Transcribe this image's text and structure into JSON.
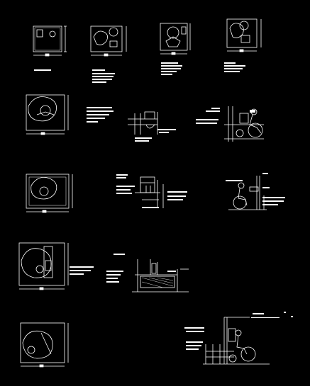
{
  "sheet": {
    "background": "#000000",
    "stroke_color": "#ffffff",
    "detail_color": "#d8d8d8"
  },
  "rows": [
    {
      "name": "row-1",
      "views": [
        "plan-a",
        "plan-b",
        "plan-c",
        "plan-d"
      ]
    },
    {
      "name": "row-2",
      "views": [
        "plan-e",
        "section-grab-bar",
        "elevation-wheelchair-toilet"
      ]
    },
    {
      "name": "row-3",
      "views": [
        "plan-f",
        "section-sink",
        "elevation-wheelchair-sink"
      ]
    },
    {
      "name": "row-4",
      "views": [
        "plan-g",
        "section-bath"
      ]
    },
    {
      "name": "row-5",
      "views": [
        "plan-h",
        "elevation-wheelchair-lavatory"
      ]
    }
  ],
  "dimension_marks": [
    "",
    "",
    "",
    "",
    "",
    "",
    "",
    ""
  ]
}
